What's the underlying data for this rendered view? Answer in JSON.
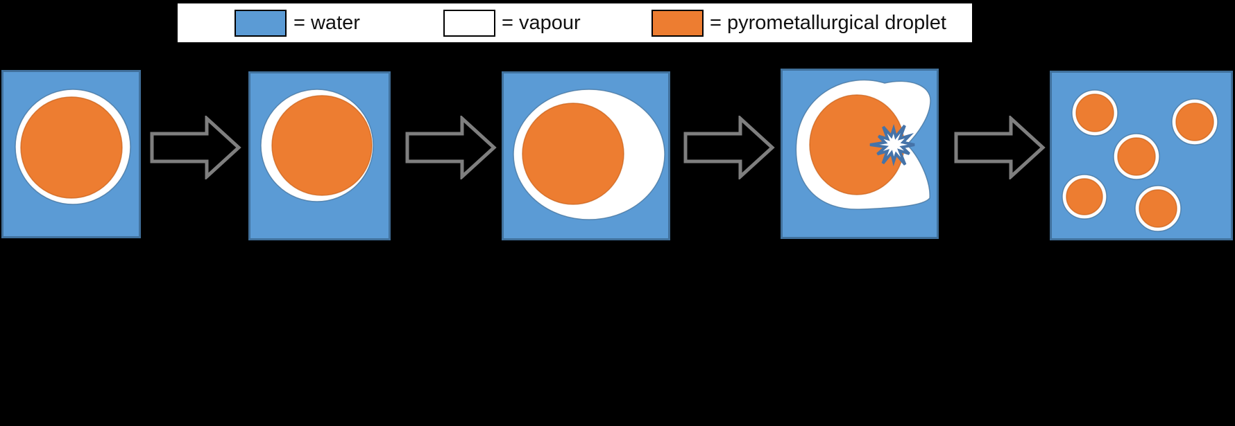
{
  "legend": {
    "items": [
      {
        "label": "= water",
        "swatch": "water"
      },
      {
        "label": "= vapour",
        "swatch": "vapour"
      },
      {
        "label": "= pyrometallurgical droplet",
        "swatch": "droplet"
      }
    ]
  },
  "colors": {
    "water": "#5B9BD5",
    "vapour": "#FFFFFF",
    "droplet": "#ED7D31",
    "droplet_edge": "#C55A11",
    "panel_border": "#41719C",
    "arrow": "#7F7F7F",
    "burst_outline": "#4573A8",
    "legend_text": "#111111",
    "background": "#000000"
  }
}
